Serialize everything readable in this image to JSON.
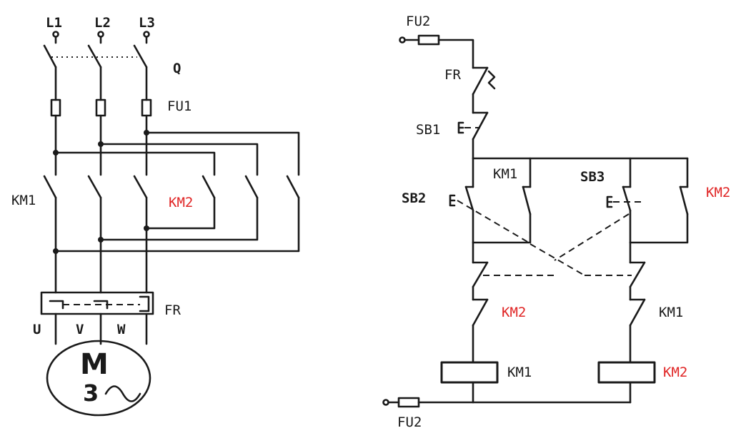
{
  "power_circuit": {
    "phase_l1": "L1",
    "phase_l2": "L2",
    "phase_l3": "L3",
    "switch": "Q",
    "fuse": "FU1",
    "contactor_forward": "KM1",
    "contactor_reverse": "KM2",
    "overload_relay": "FR",
    "terminal_u": "U",
    "terminal_v": "V",
    "terminal_w": "W",
    "motor_symbol": "M",
    "motor_phases": "3"
  },
  "control_circuit": {
    "fuse_top": "FU2",
    "fuse_bottom": "FU2",
    "overload_contact": "FR",
    "stop_button": "SB1",
    "forward_button": "SB2",
    "reverse_button": "SB3",
    "forward_hold_contact": "KM1",
    "reverse_hold_contact": "KM2",
    "interlock_left": "KM2",
    "interlock_right": "KM1",
    "coil_left": "KM1",
    "coil_right": "KM2"
  },
  "colors": {
    "wire": "#1a1a1a",
    "highlight": "#e02525"
  }
}
